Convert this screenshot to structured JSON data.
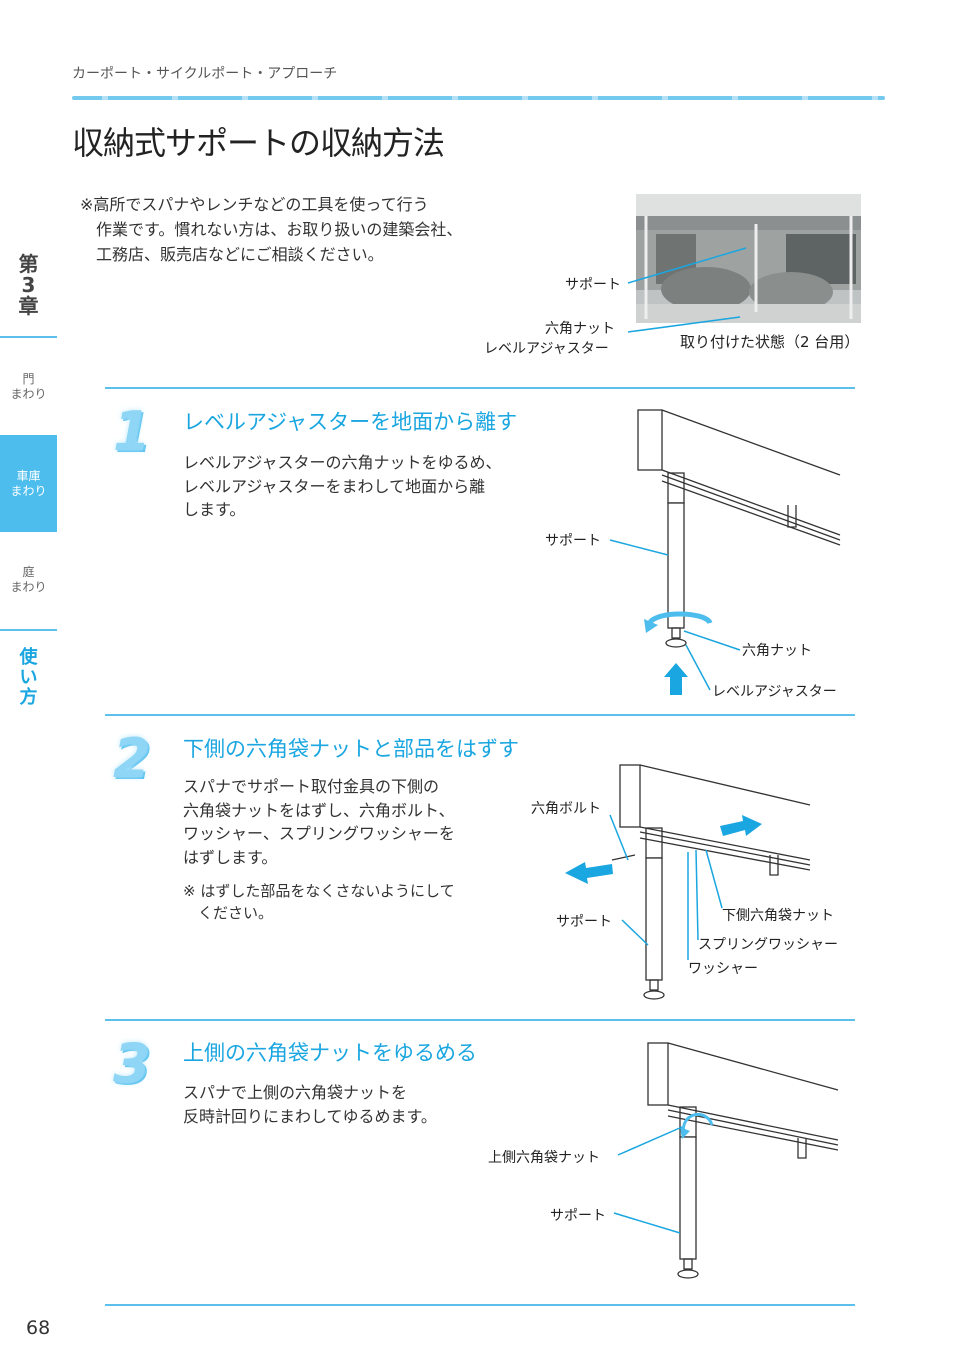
{
  "header": {
    "breadcrumb": "カーポート・サイクルポート・アプローチ",
    "title": "収納式サポートの収納方法"
  },
  "intro": {
    "note": "※高所でスパナやレンチなどの工具を使って行う\n　作業です。慣れない方は、お取り扱いの建築会社、\n　工務店、販売店などにご相談ください。",
    "photo_labels": {
      "support": "サポート",
      "hex_nut": "六角ナット",
      "level_adjuster": "レベルアジャスター",
      "caption": "取り付けた状態（2 台用）"
    }
  },
  "sidebar": {
    "chapter": [
      "第",
      "3",
      "章"
    ],
    "items": [
      {
        "label1": "門",
        "label2": "まわり"
      },
      {
        "label1": "車庫",
        "label2": "まわり"
      },
      {
        "label1": "庭",
        "label2": "まわり"
      }
    ],
    "use": [
      "使",
      "い",
      "方"
    ]
  },
  "steps": [
    {
      "number": "1",
      "title": "レベルアジャスターを地面から離す",
      "body": "レベルアジャスターの六角ナットをゆるめ、\nレベルアジャスターをまわして地面から離\nします。",
      "labels": {
        "support": "サポート",
        "hex_nut": "六角ナット",
        "level_adjuster": "レベルアジャスター"
      }
    },
    {
      "number": "2",
      "title": "下側の六角袋ナットと部品をはずす",
      "body": "スパナでサポート取付金具の下側の\n六角袋ナットをはずし、六角ボルト、\nワッシャー、スプリングワッシャーを\nはずします。",
      "note": "※ はずした部品をなくさないようにして\n　ください。",
      "labels": {
        "hex_bolt": "六角ボルト",
        "support": "サポート",
        "lower_nut": "下側六角袋ナット",
        "spring_washer": "スプリングワッシャー",
        "washer": "ワッシャー"
      }
    },
    {
      "number": "3",
      "title": "上側の六角袋ナットをゆるめる",
      "body": "スパナで上側の六角袋ナットを\n反時計回りにまわしてゆるめます。",
      "labels": {
        "upper_nut": "上側六角袋ナット",
        "support": "サポート"
      }
    }
  ],
  "page_number": "68",
  "colors": {
    "accent": "#1aa6e0",
    "line": "#5bc0eb"
  }
}
